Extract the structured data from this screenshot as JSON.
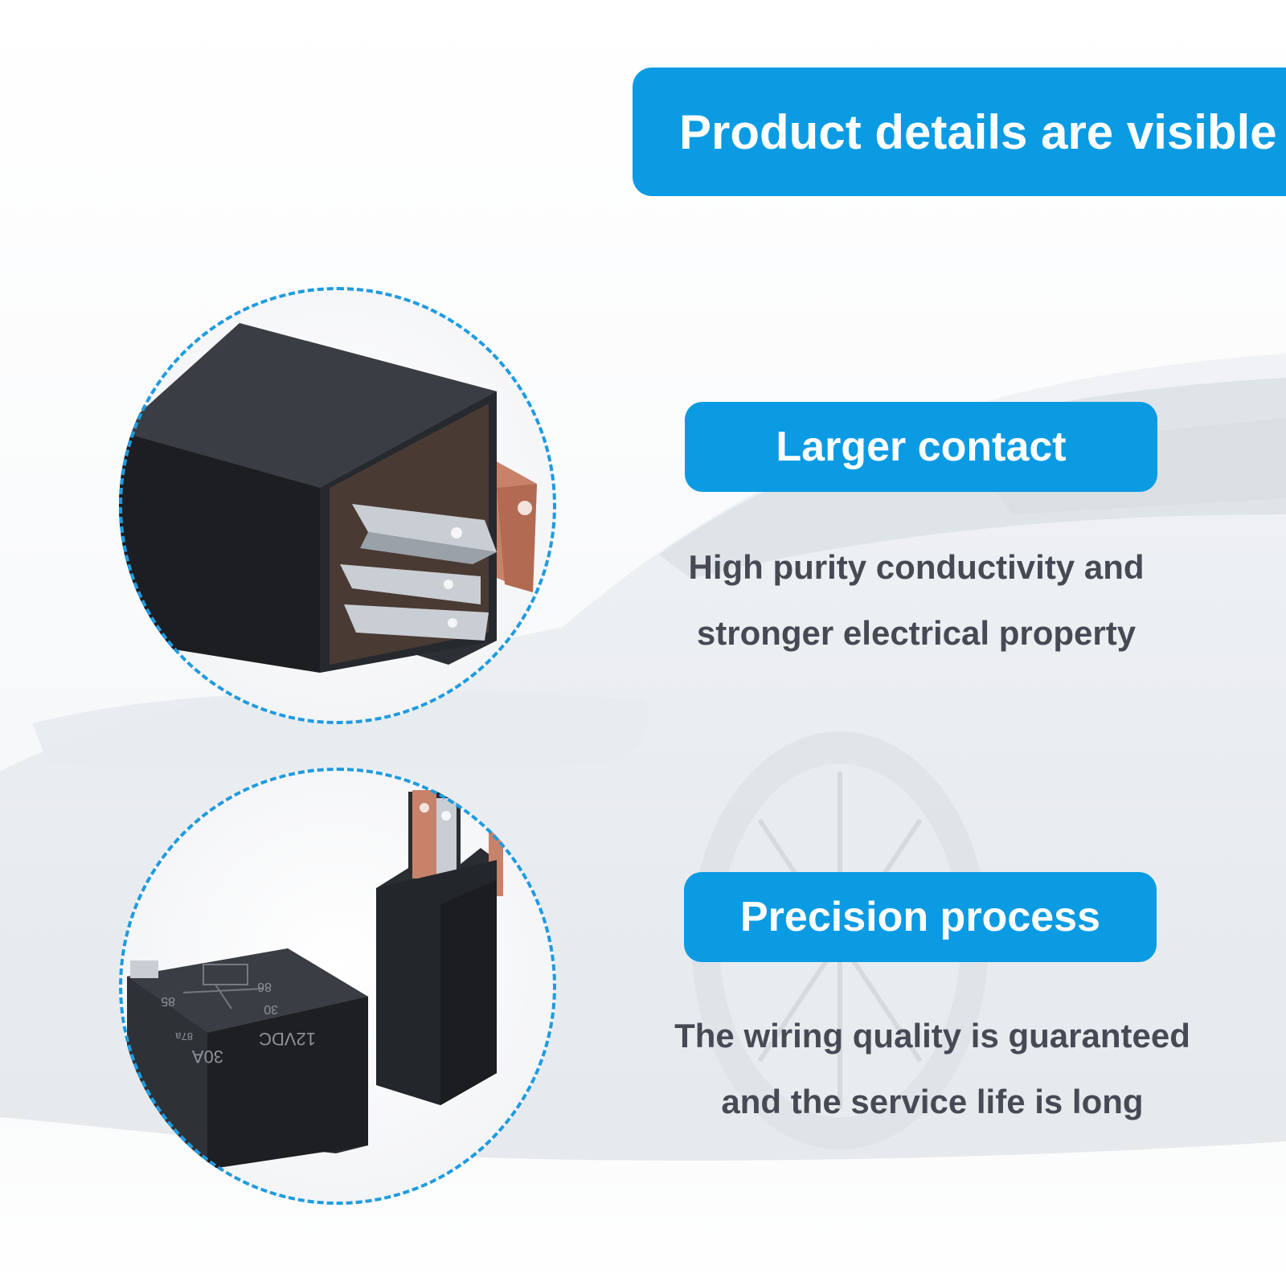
{
  "banner_top": "Product details are visible",
  "feature_1": {
    "title": "Larger contact",
    "line_1": "High purity conductivity and",
    "line_2": "stronger electrical property"
  },
  "feature_2": {
    "title": "Precision process",
    "line_1": "The wiring quality is guaranteed",
    "line_2": "and the service life is long"
  },
  "relay_label": {
    "voltage": "12VDC",
    "current": "30A",
    "pin_86": "86",
    "pin_85": "85",
    "pin_30": "30",
    "pin_87a": "87a"
  },
  "colors": {
    "accent": "#0a9be3",
    "ring": "#1e9be0",
    "text": "#454a54"
  }
}
